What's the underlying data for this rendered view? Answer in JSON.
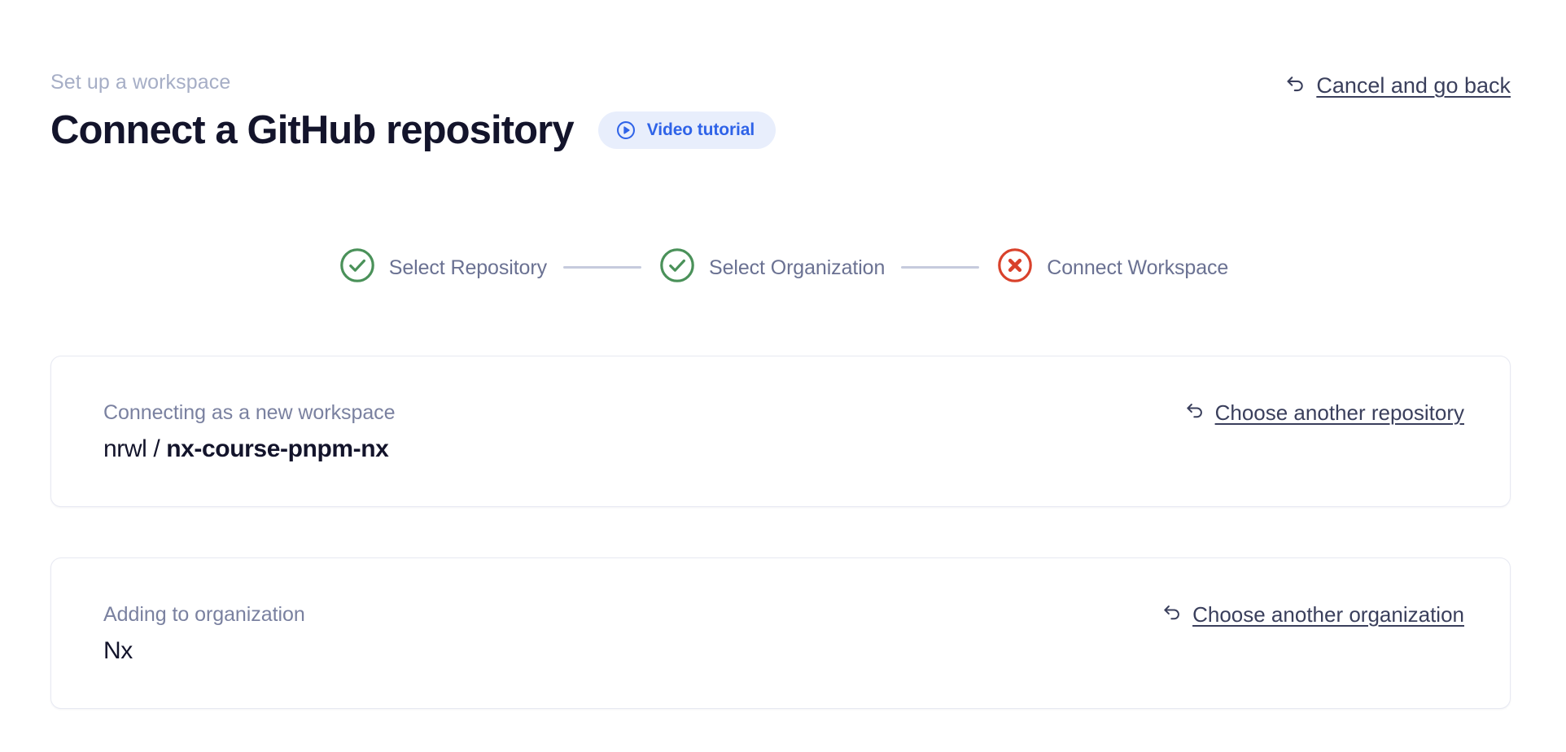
{
  "header": {
    "eyebrow": "Set up a workspace",
    "title": "Connect a GitHub repository",
    "video_badge": {
      "label": "Video tutorial",
      "icon": "play-circle-icon",
      "bg_color": "#e8eefc",
      "text_color": "#2f63e8"
    },
    "cancel_link": {
      "label": "Cancel and go back",
      "icon": "arrow-uturn-left-icon"
    }
  },
  "stepper": {
    "steps": [
      {
        "label": "Select Repository",
        "state": "complete",
        "icon": "check-circle-icon",
        "color": "#4a9159"
      },
      {
        "label": "Select Organization",
        "state": "complete",
        "icon": "check-circle-icon",
        "color": "#4a9159"
      },
      {
        "label": "Connect Workspace",
        "state": "error",
        "icon": "x-circle-icon",
        "color": "#d9412b"
      }
    ],
    "connector_color": "#c6cbdd",
    "label_color": "#6a7192"
  },
  "cards": [
    {
      "caption": "Connecting as a new workspace",
      "value_owner": "nrwl / ",
      "value_name": "nx-course-pnpm-nx",
      "action": {
        "label": "Choose another repository",
        "icon": "arrow-uturn-left-icon"
      }
    },
    {
      "caption": "Adding to organization",
      "value_plain": "Nx",
      "action": {
        "label": "Choose another organization",
        "icon": "arrow-uturn-left-icon"
      }
    }
  ]
}
